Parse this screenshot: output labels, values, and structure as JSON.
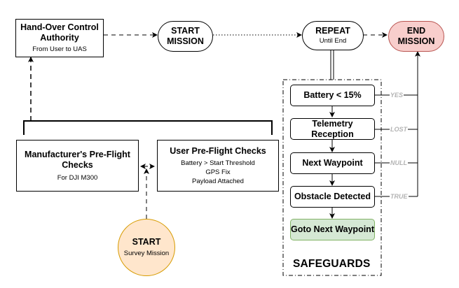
{
  "nodes": {
    "handover": {
      "title": "Hand-Over Control Authority",
      "subtitle": "From User to UAS"
    },
    "start_mission": {
      "label": "START MISSION"
    },
    "repeat": {
      "title": "REPEAT",
      "subtitle": "Until End"
    },
    "end_mission": {
      "label": "END MISSION"
    },
    "manufacturer_checks": {
      "title": "Manufacturer's Pre-Flight Checks",
      "subtitle": "For DJI M300"
    },
    "user_checks": {
      "title": "User Pre-Flight Checks",
      "items": [
        "Battery > Start Threshold",
        "GPS Fix",
        "Payload Attached"
      ]
    },
    "start_survey": {
      "title": "START",
      "subtitle": "Survey Mission"
    },
    "safeguards": {
      "title": "SAFEGUARDS",
      "steps": [
        "Battery < 15%",
        "Telemetry Reception",
        "Next Waypoint",
        "Obstacle Detected"
      ],
      "conditions": [
        "YES",
        "LOST",
        "NULL",
        "TRUE"
      ],
      "final_step": "Goto Next Waypoint"
    }
  },
  "colors": {
    "end_fill": "#f8cecc",
    "end_stroke": "#b85450",
    "start_fill": "#ffe6cc",
    "start_stroke": "#d79b00",
    "goto_fill": "#d5e8d4",
    "goto_stroke": "#82b366",
    "condition_label": "#b3b3b3"
  }
}
